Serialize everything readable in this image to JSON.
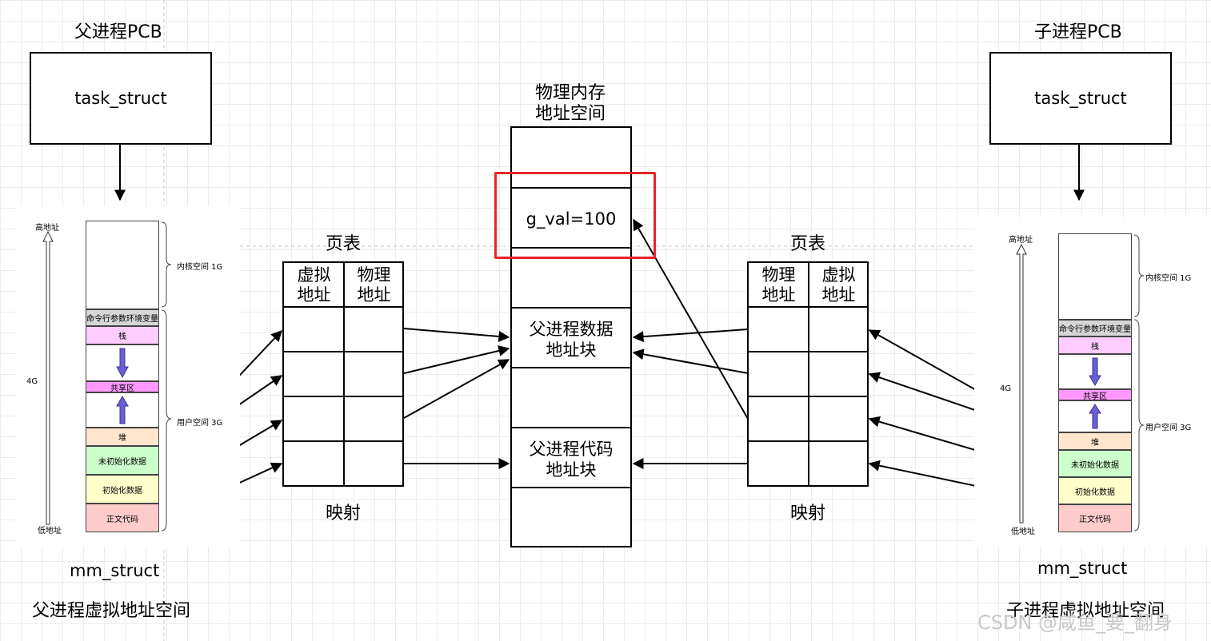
{
  "parent": {
    "pcb_title": "父进程PCB",
    "task_struct": "task_struct",
    "mm_struct": "mm_struct",
    "space_title": "父进程虚拟地址空间"
  },
  "child": {
    "pcb_title": "子进程PCB",
    "task_struct": "task_struct",
    "mm_struct": "mm_struct",
    "space_title": "子进程虚拟地址空间"
  },
  "vspace": {
    "high_addr": "高地址",
    "low_addr": "低地址",
    "size": "4G",
    "kernel": "内核空间 1G",
    "user": "用户空间 3G",
    "segments": {
      "env": "命令行参数环境变量",
      "stack": "栈",
      "shared": "共享区",
      "heap": "堆",
      "bss": "未初始化数据",
      "data": "初始化数据",
      "text": "正文代码"
    }
  },
  "page_table": {
    "title": "页表",
    "col_virtual": [
      "虚拟",
      "地址"
    ],
    "col_physical": [
      "物理",
      "地址"
    ],
    "footer": "映射"
  },
  "physical_memory": {
    "title": [
      "物理内存",
      "地址空间"
    ],
    "g_val": "g_val=100",
    "data_block": [
      "父进程数据",
      "地址块"
    ],
    "code_block": [
      "父进程代码",
      "地址块"
    ]
  },
  "watermark": "CSDN @咸鱼_要_翻身",
  "colors": {
    "highlight": "#e4242b",
    "env": "#d6d6d6",
    "stack": "#ffccff",
    "shared": "#ff99ff",
    "heap": "#ffe6cc",
    "bss": "#ccffcc",
    "data": "#ffffcc",
    "text": "#ffcccc",
    "arrow": "#6a5fd6"
  }
}
